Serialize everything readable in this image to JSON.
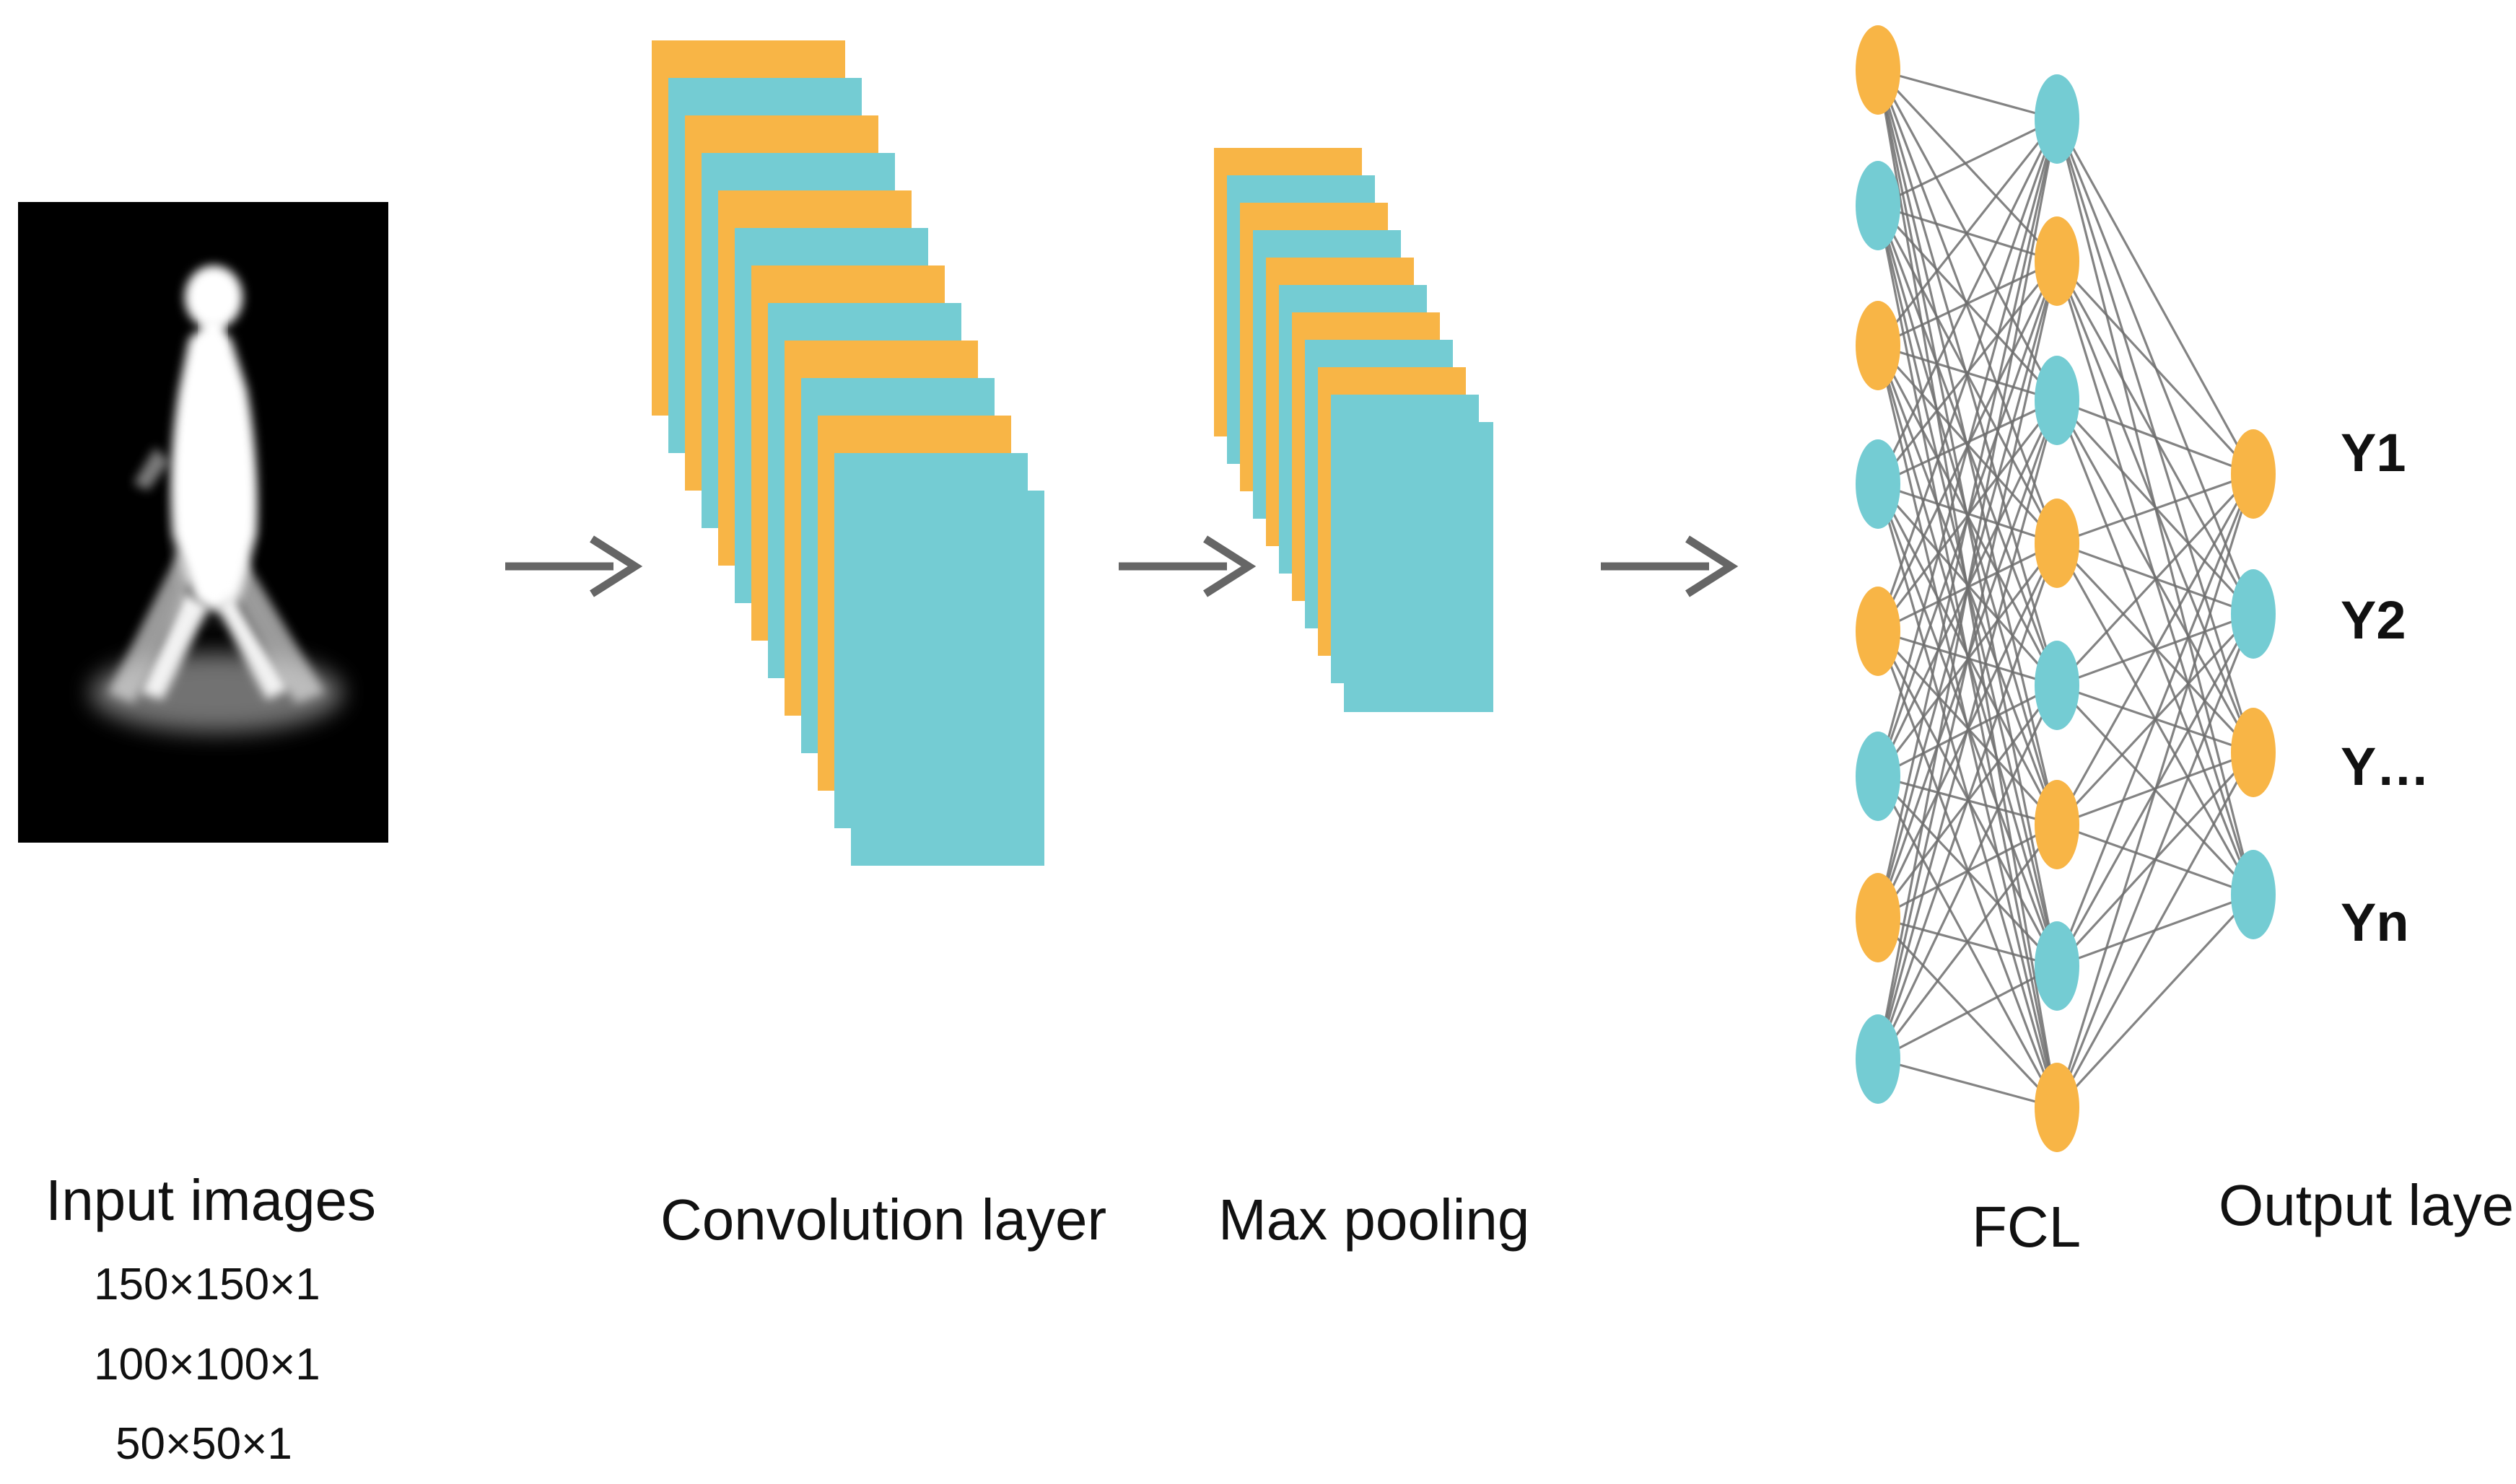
{
  "colors": {
    "orange": "#f8b546",
    "teal": "#74ccd3",
    "arrow": "#666666",
    "connection": "#6e6e6e",
    "silhouette_bg": "#000000",
    "silhouette": "#ffffff"
  },
  "icons": {
    "input_image": "walking-silhouette-icon",
    "arrow": "right-arrow-icon"
  },
  "input": {
    "label": "Input images",
    "sizes": [
      "150×150×1",
      "100×100×1",
      "50×50×1"
    ]
  },
  "convolution": {
    "label": "Convolution layer"
  },
  "pooling": {
    "label": "Max pooling"
  },
  "fcl": {
    "label": "FCL"
  },
  "output": {
    "label": "Output layer",
    "nodes": [
      "Y1",
      "Y2",
      "Y…",
      "Yn"
    ]
  }
}
